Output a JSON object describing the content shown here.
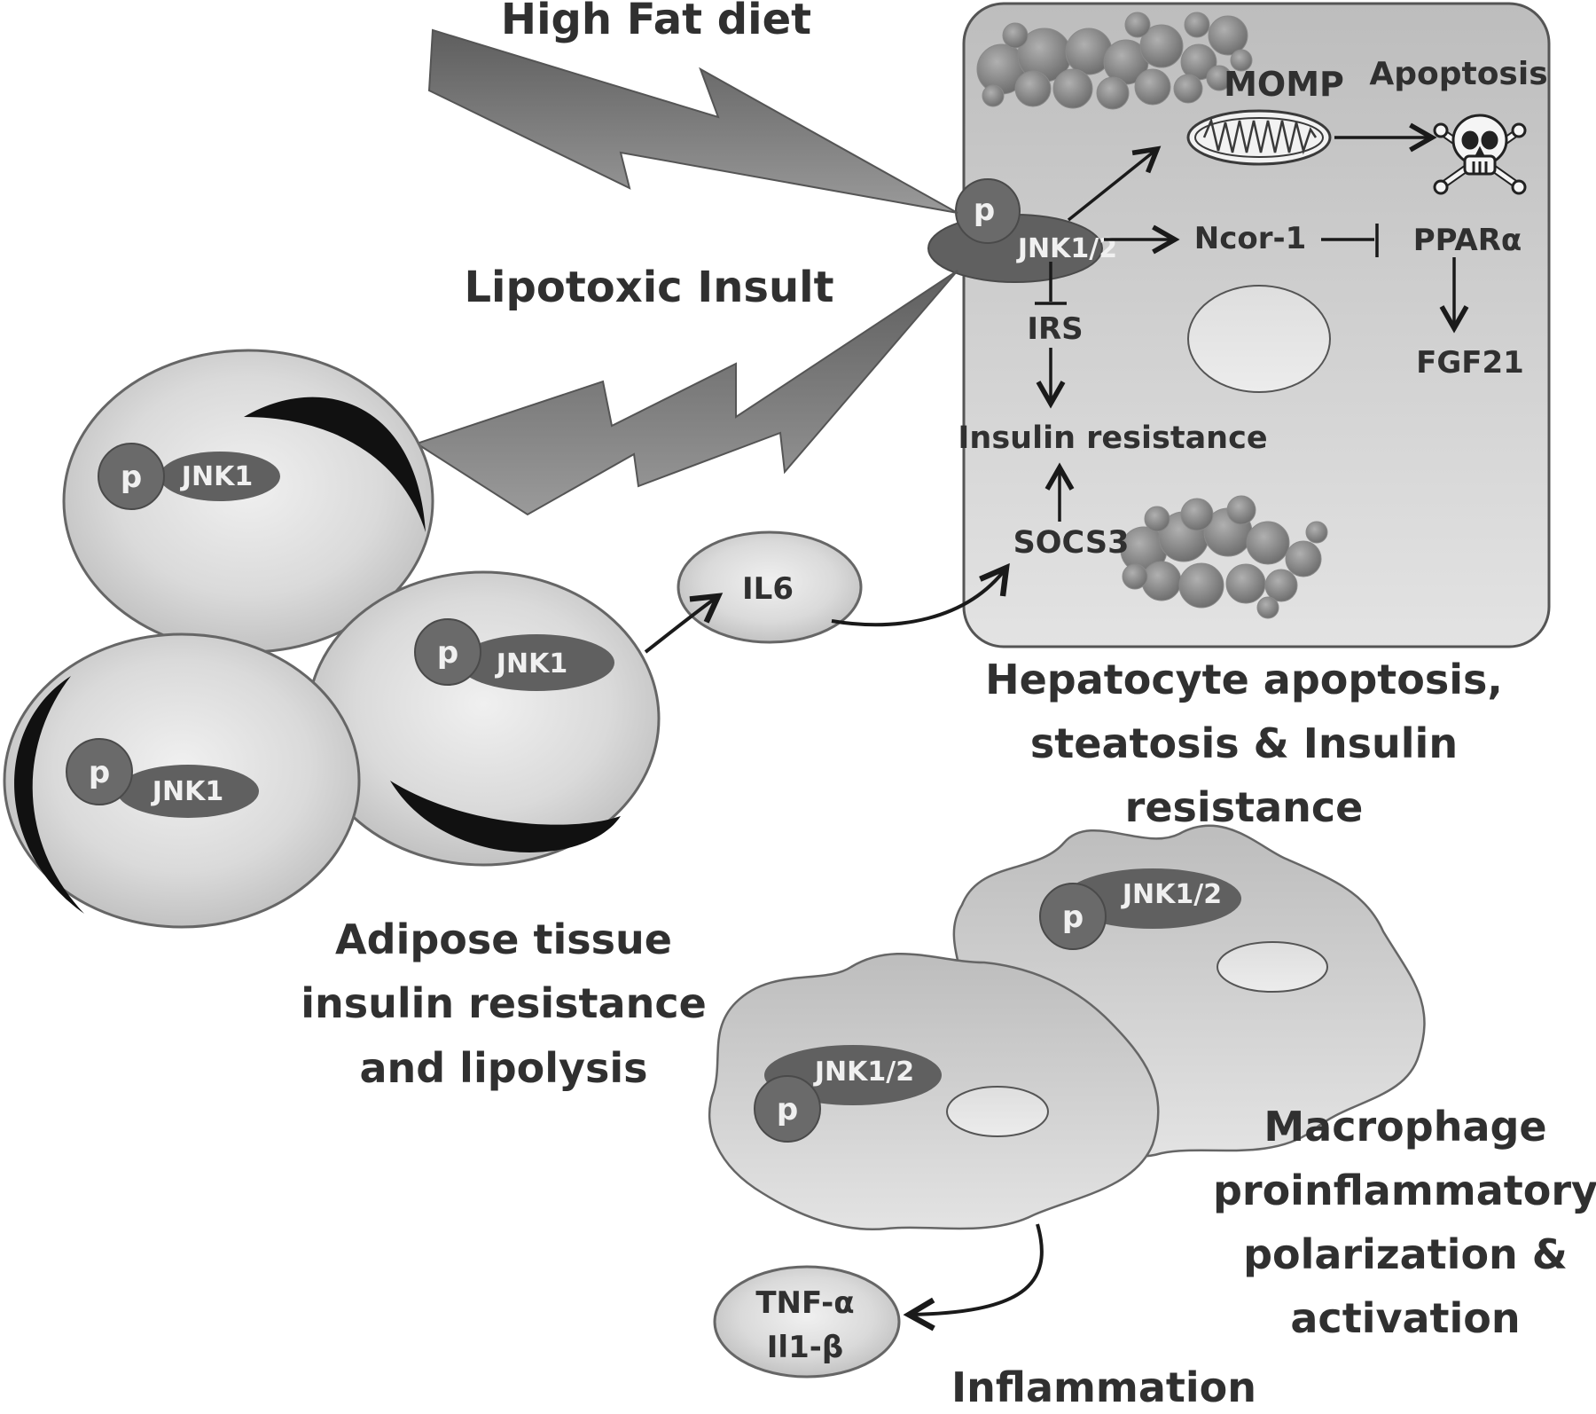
{
  "labels": {
    "high_fat_diet": "High Fat diet",
    "lipotoxic_insult": "Lipotoxic Insult",
    "momp": "MOMP",
    "apoptosis": "Apoptosis",
    "p": "p",
    "jnk12": "JNK1/2",
    "jnk1": "JNK1",
    "ncor1": "Ncor-1",
    "ppar": "PPARα",
    "fgf21": "FGF21",
    "irs": "IRS",
    "insulin_resistance": "Insulin resistance",
    "socs3": "SOCS3",
    "il6": "IL6",
    "tnf": "TNF-α",
    "il1b": "Il1-β",
    "inflammation": "Inflammation"
  },
  "captions": {
    "hepatocyte": [
      "Hepatocyte apoptosis,",
      "steatosis & Insulin",
      "resistance"
    ],
    "adipose": [
      "Adipose tissue",
      "insulin resistance",
      "and lipolysis"
    ],
    "macrophage": [
      "Macrophage",
      "proinflammatory",
      "polarization &",
      "activation"
    ]
  },
  "colors": {
    "cell_fill": "#d4d4d4",
    "dark_oval": "#5f5f5f",
    "bolt": "#7a7a7a",
    "text": "#303030"
  },
  "icons": {
    "mitochondrion": "mitochondrion-icon",
    "skull": "skull-crossbones-icon"
  }
}
